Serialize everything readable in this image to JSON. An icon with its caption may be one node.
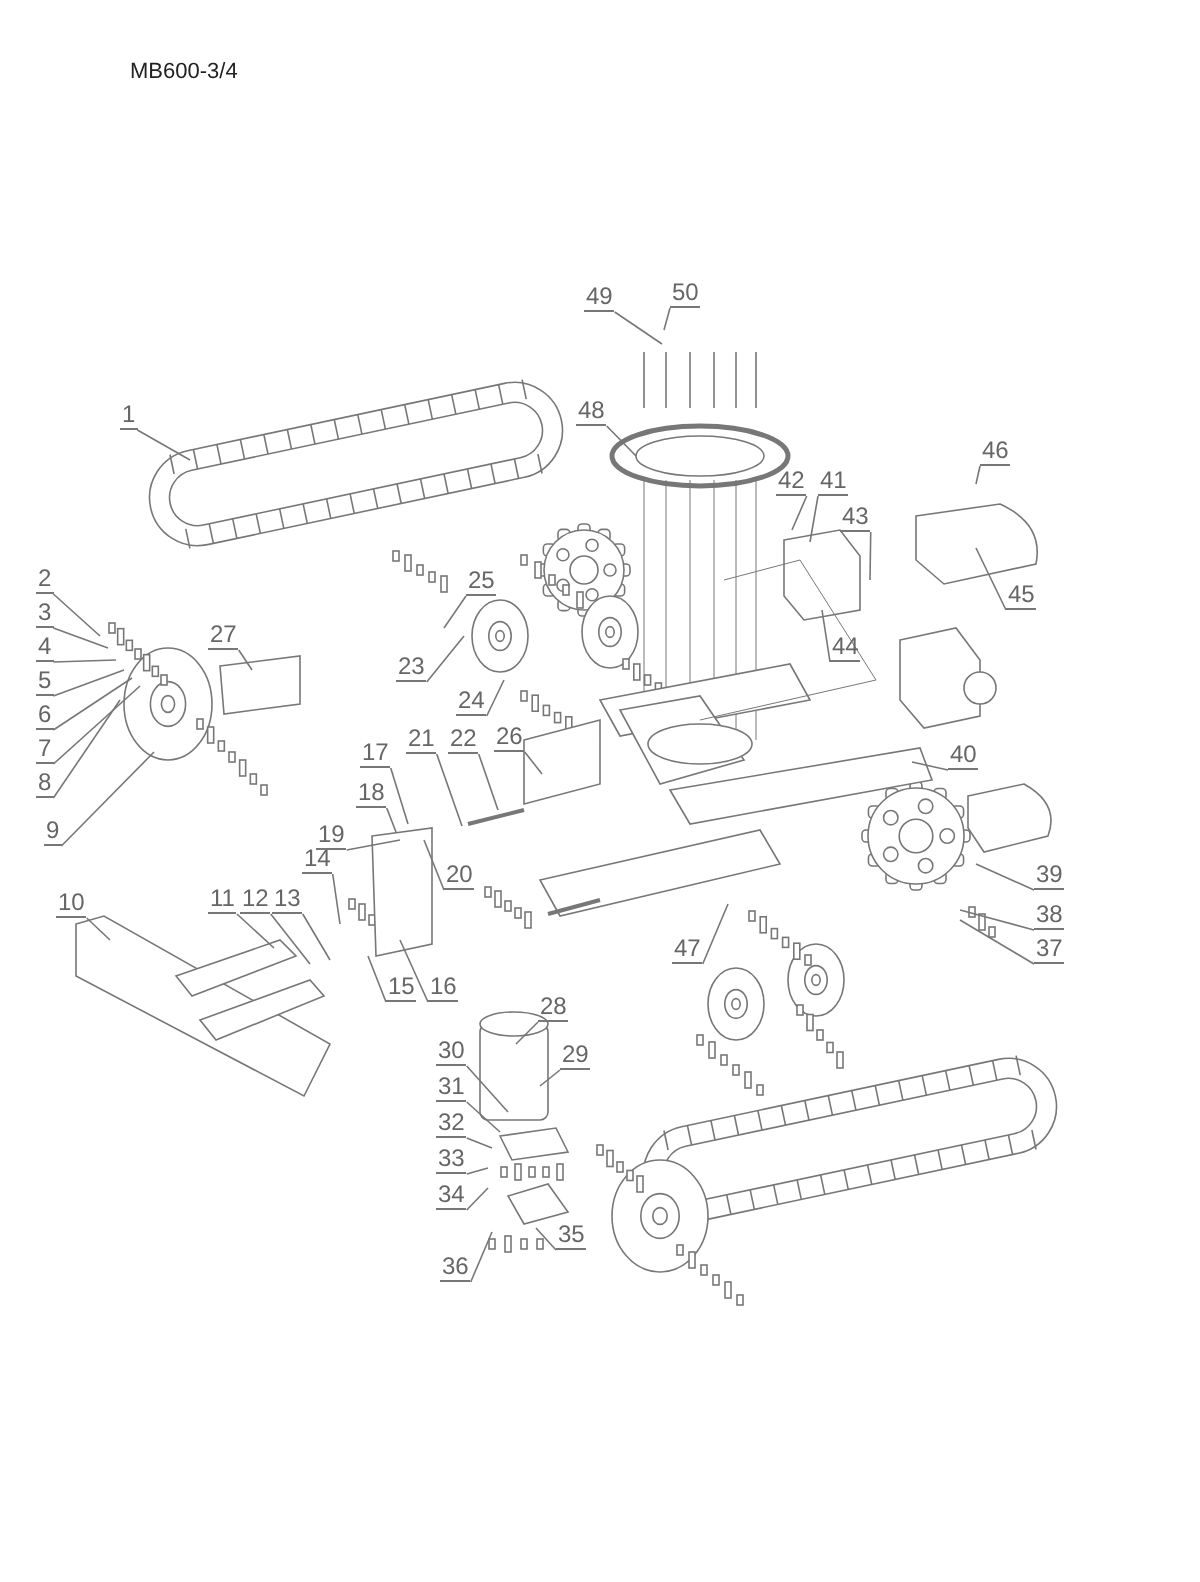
{
  "diagram": {
    "title": "MB600-3/4",
    "nodes": [
      {
        "text": [
          "1"
        ]
      },
      {
        "text": [
          "2"
        ]
      },
      {
        "text": [
          "3"
        ]
      },
      {
        "text": [
          "4"
        ]
      },
      {
        "text": [
          "5"
        ]
      },
      {
        "text": [
          "6"
        ]
      },
      {
        "text": [
          "7"
        ]
      },
      {
        "text": [
          "8"
        ]
      },
      {
        "text": [
          "9"
        ]
      },
      {
        "text": [
          "10"
        ]
      },
      {
        "text": [
          "11"
        ]
      },
      {
        "text": [
          "12"
        ]
      },
      {
        "text": [
          "13"
        ]
      },
      {
        "text": [
          "14"
        ]
      },
      {
        "text": [
          "15"
        ]
      },
      {
        "text": [
          "16"
        ]
      },
      {
        "text": [
          "17"
        ]
      },
      {
        "text": [
          "18"
        ]
      },
      {
        "text": [
          "19"
        ]
      },
      {
        "text": [
          "20"
        ]
      },
      {
        "text": [
          "21"
        ]
      },
      {
        "text": [
          "22"
        ]
      },
      {
        "text": [
          "23"
        ]
      },
      {
        "text": [
          "24"
        ]
      },
      {
        "text": [
          "25"
        ]
      },
      {
        "text": [
          "26"
        ]
      },
      {
        "text": [
          "27"
        ]
      },
      {
        "text": [
          "28"
        ]
      },
      {
        "text": [
          "29"
        ]
      },
      {
        "text": [
          "30"
        ]
      },
      {
        "text": [
          "31"
        ]
      },
      {
        "text": [
          "32"
        ]
      },
      {
        "text": [
          "33"
        ]
      },
      {
        "text": [
          "34"
        ]
      },
      {
        "text": [
          "35"
        ]
      },
      {
        "text": [
          "36"
        ]
      },
      {
        "text": [
          "37"
        ]
      },
      {
        "text": [
          "38"
        ]
      },
      {
        "text": [
          "39"
        ]
      },
      {
        "text": [
          "40"
        ]
      },
      {
        "text": [
          "41"
        ]
      },
      {
        "text": [
          "42"
        ]
      },
      {
        "text": [
          "43"
        ]
      },
      {
        "text": [
          "44"
        ]
      },
      {
        "text": [
          "45"
        ]
      },
      {
        "text": [
          "46"
        ]
      },
      {
        "text": [
          "47"
        ]
      },
      {
        "text": [
          "48"
        ]
      },
      {
        "text": [
          "49"
        ]
      },
      {
        "text": [
          "50"
        ]
      }
    ],
    "edges": [
      {
        "from": 0,
        "to": null,
        "arrow": "none"
      },
      {
        "from": 1,
        "to": null,
        "arrow": "none"
      },
      {
        "from": 2,
        "to": null,
        "arrow": "none"
      },
      {
        "from": 3,
        "to": null,
        "arrow": "none"
      },
      {
        "from": 4,
        "to": null,
        "arrow": "none"
      },
      {
        "from": 5,
        "to": null,
        "arrow": "none"
      },
      {
        "from": 6,
        "to": null,
        "arrow": "none"
      },
      {
        "from": 7,
        "to": null,
        "arrow": "none"
      },
      {
        "from": 8,
        "to": null,
        "arrow": "none"
      },
      {
        "from": 9,
        "to": null,
        "arrow": "none"
      },
      {
        "from": 10,
        "to": null,
        "arrow": "none"
      },
      {
        "from": 11,
        "to": null,
        "arrow": "none"
      },
      {
        "from": 12,
        "to": null,
        "arrow": "none"
      },
      {
        "from": 13,
        "to": null,
        "arrow": "none"
      },
      {
        "from": 14,
        "to": null,
        "arrow": "none"
      },
      {
        "from": 15,
        "to": null,
        "arrow": "none"
      },
      {
        "from": 16,
        "to": null,
        "arrow": "none"
      },
      {
        "from": 17,
        "to": null,
        "arrow": "none"
      },
      {
        "from": 18,
        "to": null,
        "arrow": "none"
      },
      {
        "from": 19,
        "to": null,
        "arrow": "none"
      },
      {
        "from": 20,
        "to": null,
        "arrow": "none"
      },
      {
        "from": 21,
        "to": null,
        "arrow": "none"
      },
      {
        "from": 22,
        "to": null,
        "arrow": "none"
      },
      {
        "from": 23,
        "to": null,
        "arrow": "none"
      },
      {
        "from": 24,
        "to": null,
        "arrow": "none"
      },
      {
        "from": 25,
        "to": null,
        "arrow": "none"
      },
      {
        "from": 26,
        "to": null,
        "arrow": "none"
      },
      {
        "from": 27,
        "to": null,
        "arrow": "none"
      },
      {
        "from": 28,
        "to": null,
        "arrow": "none"
      },
      {
        "from": 29,
        "to": null,
        "arrow": "none"
      },
      {
        "from": 30,
        "to": null,
        "arrow": "none"
      },
      {
        "from": 31,
        "to": null,
        "arrow": "none"
      },
      {
        "from": 32,
        "to": null,
        "arrow": "none"
      },
      {
        "from": 33,
        "to": null,
        "arrow": "none"
      },
      {
        "from": 34,
        "to": null,
        "arrow": "none"
      },
      {
        "from": 35,
        "to": null,
        "arrow": "none"
      },
      {
        "from": 36,
        "to": null,
        "arrow": "none"
      },
      {
        "from": 37,
        "to": null,
        "arrow": "none"
      },
      {
        "from": 38,
        "to": null,
        "arrow": "none"
      },
      {
        "from": 39,
        "to": null,
        "arrow": "none"
      },
      {
        "from": 40,
        "to": null,
        "arrow": "none"
      },
      {
        "from": 41,
        "to": null,
        "arrow": "none"
      },
      {
        "from": 42,
        "to": null,
        "arrow": "none"
      },
      {
        "from": 43,
        "to": null,
        "arrow": "none"
      },
      {
        "from": 44,
        "to": null,
        "arrow": "none"
      },
      {
        "from": 45,
        "to": null,
        "arrow": "none"
      },
      {
        "from": 46,
        "to": null,
        "arrow": "none"
      },
      {
        "from": 47,
        "to": null,
        "arrow": "none"
      },
      {
        "from": 48,
        "to": null,
        "arrow": "none"
      },
      {
        "from": 49,
        "to": null,
        "arrow": "none"
      }
    ]
  }
}
